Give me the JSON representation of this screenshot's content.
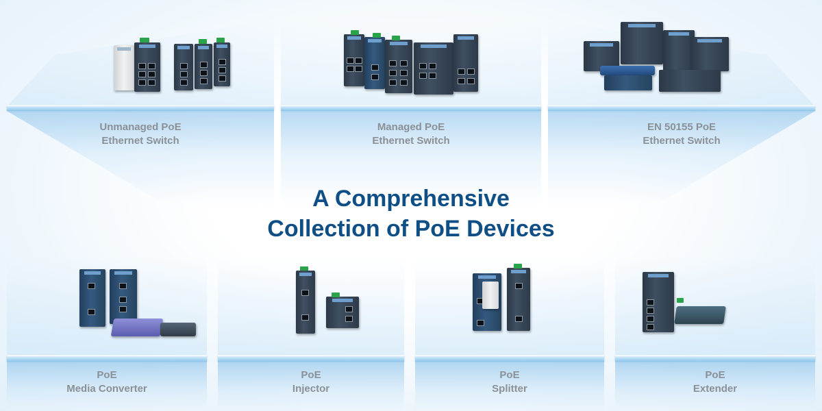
{
  "headline": {
    "line1": "A Comprehensive",
    "line2": "Collection of PoE Devices"
  },
  "categories": [
    {
      "line1": "Unmanaged PoE",
      "line2": "Ethernet Switch"
    },
    {
      "line1": "Managed PoE",
      "line2": "Ethernet Switch"
    },
    {
      "line1": "EN 50155 PoE",
      "line2": "Ethernet Switch"
    },
    {
      "line1": "PoE",
      "line2": "Media Converter"
    },
    {
      "line1": "PoE",
      "line2": "Injector"
    },
    {
      "line1": "PoE",
      "line2": "Splitter"
    },
    {
      "line1": "PoE",
      "line2": "Extender"
    }
  ],
  "colors": {
    "headline": "#0f4f86",
    "label": "#8a9096",
    "shelf_beam": "#8cc6ea",
    "device_body": "#2b3846",
    "device_accent": "#6f9fcd",
    "terminal_block": "#2aa34a"
  }
}
